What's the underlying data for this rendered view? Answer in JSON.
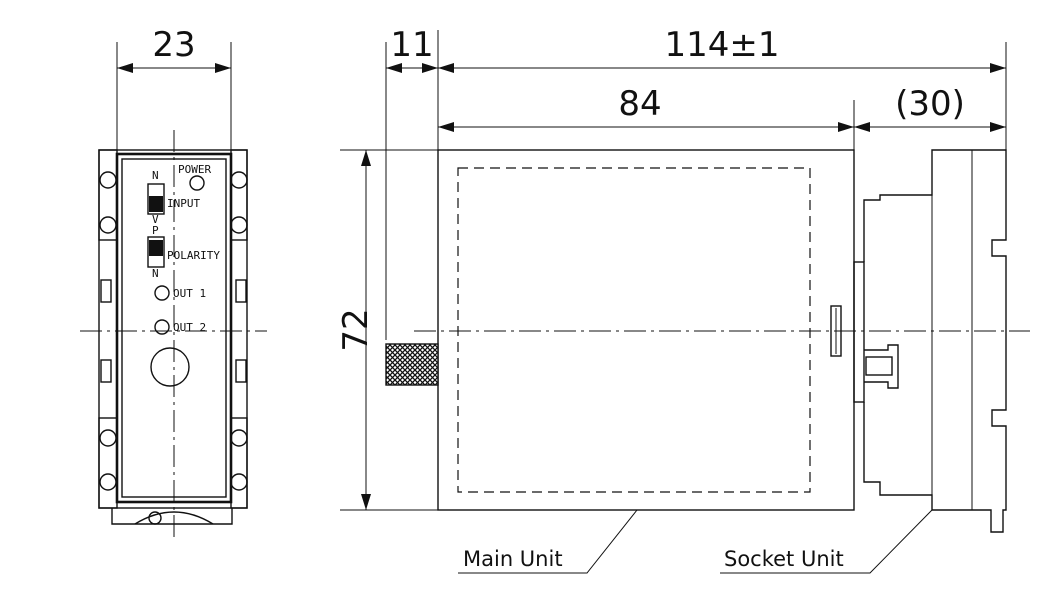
{
  "dimensions": {
    "width_front": "23",
    "knob": "11",
    "overall_depth": "114±1",
    "main_unit_depth": "84",
    "socket_depth": "(30)",
    "height": "72"
  },
  "front_panel": {
    "power": "POWER",
    "input": "INPUT",
    "polarity": "POLARITY",
    "out1": "OUT 1",
    "out2": "OUT 2",
    "switch_top_n": "N",
    "switch_mid_v": "V",
    "switch_mid_p": "P",
    "switch_bottom_n": "N"
  },
  "callouts": {
    "main_unit": "Main Unit",
    "socket_unit": "Socket Unit"
  }
}
